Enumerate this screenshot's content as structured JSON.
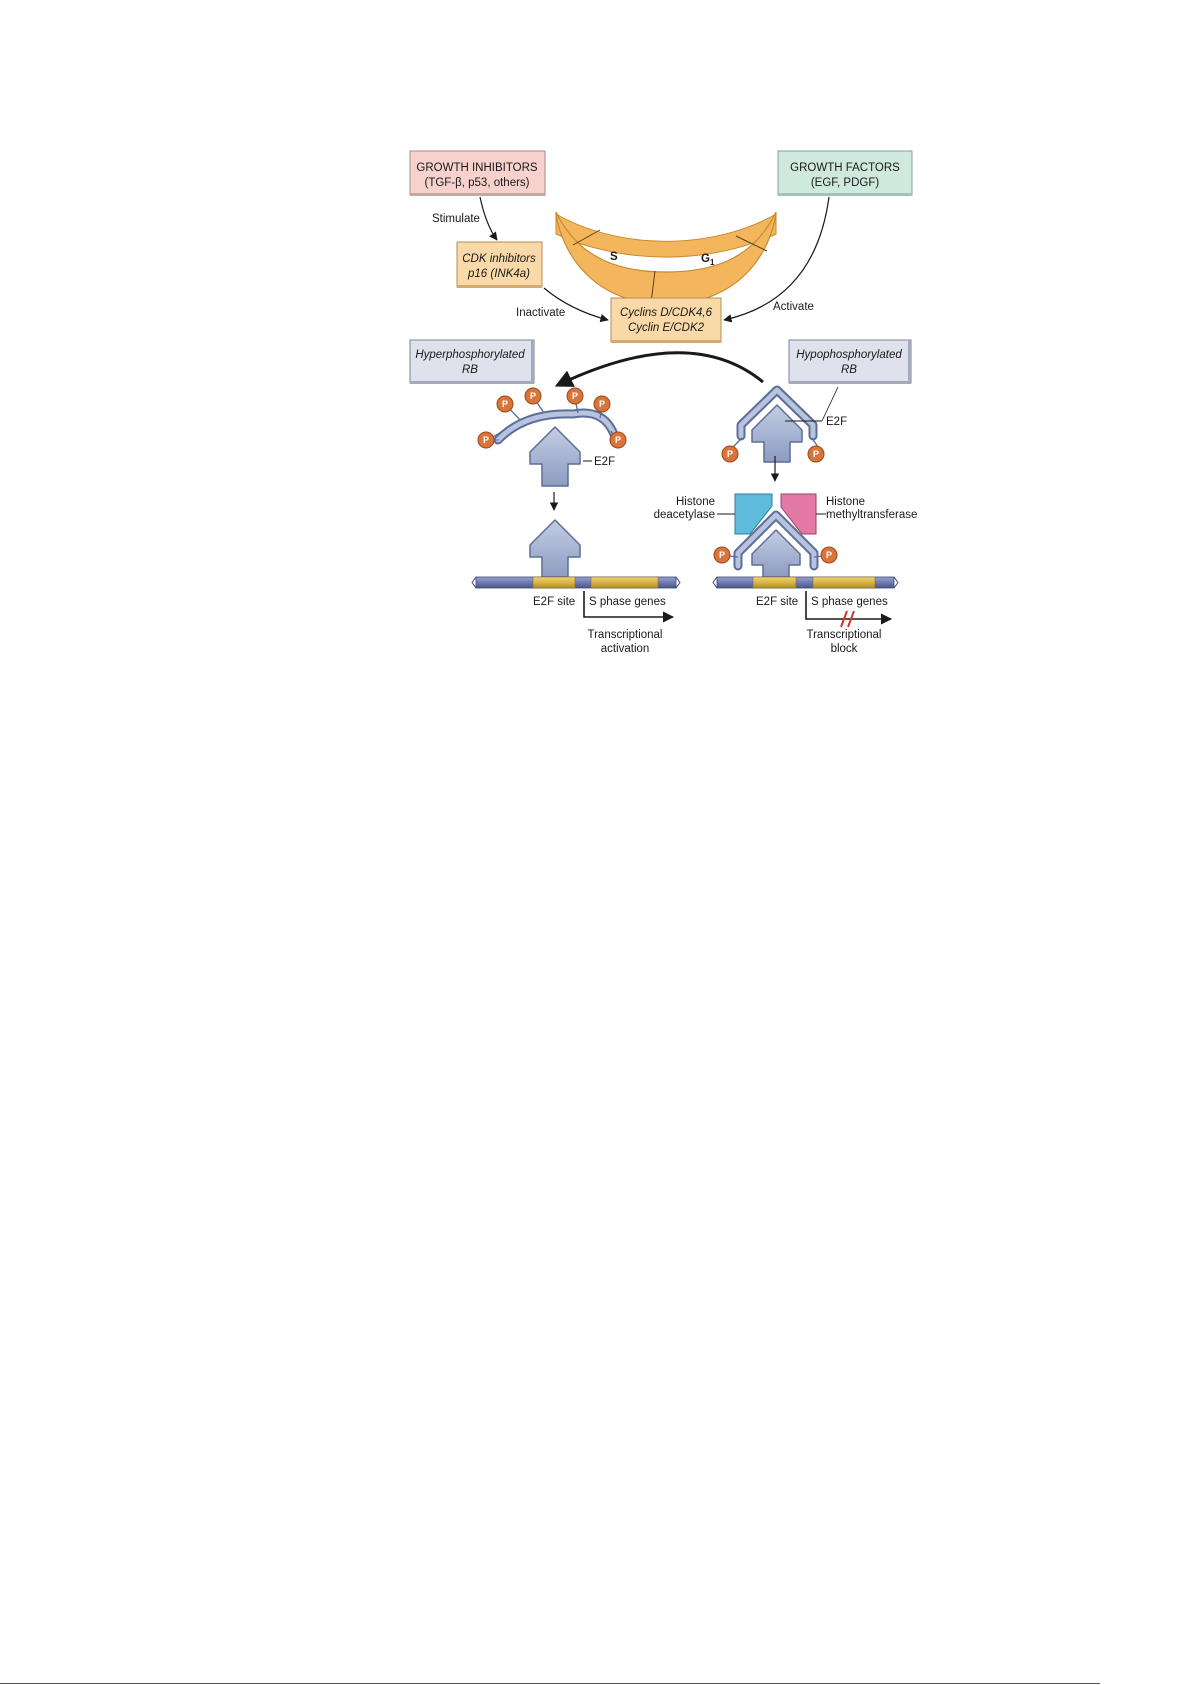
{
  "boxes": {
    "growth_inhibitors": {
      "line1": "GROWTH INHIBITORS",
      "line2": "(TGF-β, p53, others)"
    },
    "growth_factors": {
      "line1": "GROWTH FACTORS",
      "line2": "(EGF, PDGF)"
    },
    "cdk_inhibitors": {
      "line1": "CDK inhibitors",
      "line2": "p16 (INK4a)"
    },
    "cyclins": {
      "line1": "Cyclins D/CDK4,6",
      "line2": "Cyclin E/CDK2"
    },
    "hyper_rb": {
      "line1": "Hyperphosphorylated",
      "line2": "RB"
    },
    "hypo_rb": {
      "line1": "Hypophosphorylated",
      "line2": "RB"
    }
  },
  "cycle": {
    "s_label": "S",
    "g1_label": "G",
    "g1_sub": "1"
  },
  "arrows": {
    "stimulate": "Stimulate",
    "inactivate": "Inactivate",
    "activate": "Activate"
  },
  "left": {
    "e2f_label": "E2F",
    "e2f_site": "E2F site",
    "s_phase_genes": "S phase genes",
    "result_line1": "Transcriptional",
    "result_line2": "activation"
  },
  "right": {
    "e2f_label": "E2F",
    "hdac_line1": "Histone",
    "hdac_line2": "deacetylase",
    "hmt_line1": "Histone",
    "hmt_line2": "methyltransferase",
    "e2f_site": "E2F site",
    "s_phase_genes": "S phase genes",
    "result_line1": "Transcriptional",
    "result_line2": "block"
  },
  "phosphate_label": "P",
  "colors": {
    "inhibitor_box": "#f7d2cc",
    "factor_box": "#cfe9df",
    "orange_box": "#f9d9a8",
    "rb_box": "#dfe2ec",
    "cycle_ring": "#f4b65d",
    "protein": "#a9b6d4",
    "protein_edge": "#5c6d96",
    "phosphate": "#d9743a",
    "dna_blue": "#6f7ab0",
    "dna_gold": "#d9b545",
    "hdac": "#5fbbdc",
    "hmt": "#e37aa6"
  }
}
